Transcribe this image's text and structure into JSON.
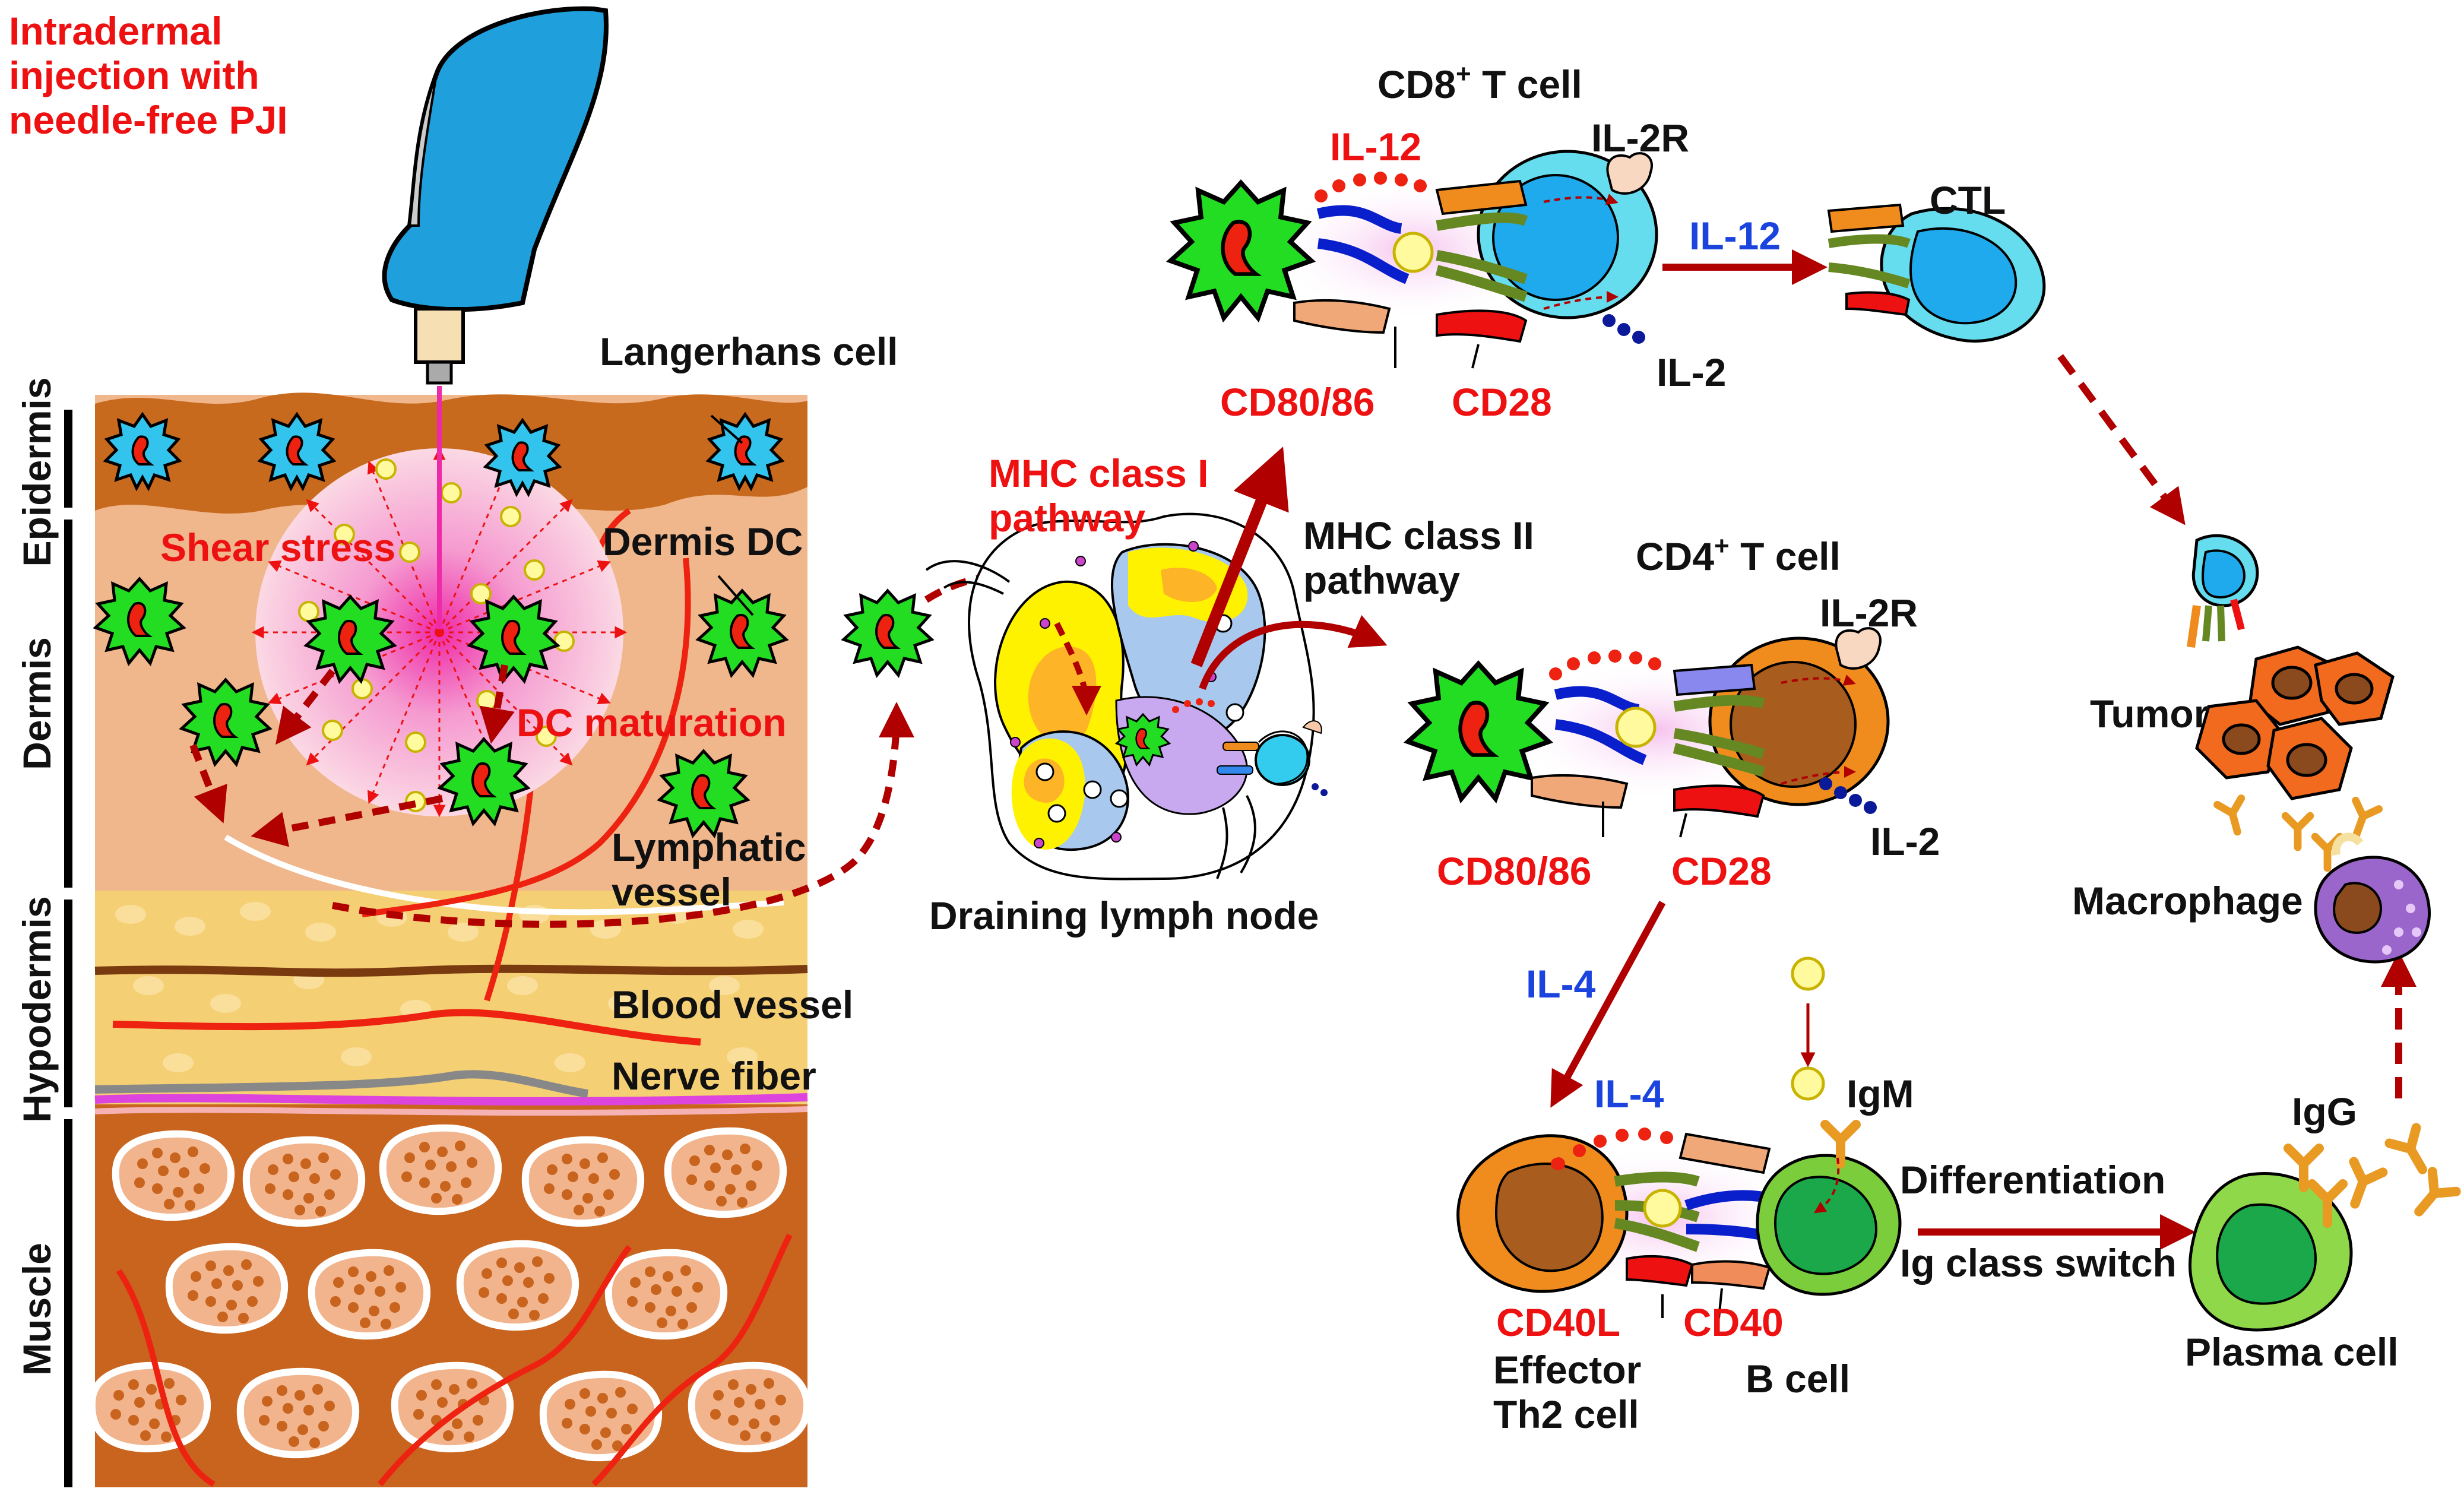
{
  "colors": {
    "red_text": "#ee1111",
    "blue_text": "#1a44dd",
    "arrow_dark_red": "#b00000",
    "epidermis": "#c86a1e",
    "dermis": "#f0b68c",
    "hypodermis": "#f5cf74",
    "muscle": "#c8641e",
    "dc_green": "#22dd22",
    "t_cell_cyan": "#33ccee",
    "th_orange": "#f08c1e",
    "b_cell_green": "#7ccd3c"
  },
  "labels": {
    "injection": [
      "Intradermal",
      "injection with",
      "needle-free PJI"
    ],
    "layers": {
      "epidermis": "Epidermis",
      "dermis": "Dermis",
      "hypodermis": "Hypodermis",
      "muscle": "Muscle"
    },
    "langerhans": "Langerhans cell",
    "shear_stress": "Shear stress",
    "dermis_dc": "Dermis DC",
    "dc_maturation": "DC maturation",
    "lymphatic_vessel": [
      "Lymphatic",
      "vessel"
    ],
    "blood_vessel": "Blood vessel",
    "nerve_fiber": "Nerve fiber",
    "mhc1": [
      "MHC class I",
      "pathway"
    ],
    "mhc2": [
      "MHC class II",
      "pathway"
    ],
    "lymph_node": "Draining lymph node",
    "cd8": {
      "title": "CD8",
      "sup": "+",
      "rest": " T cell",
      "il12": "IL-12",
      "il2r": "IL-2R",
      "cd8086": "CD80/86",
      "cd28": "CD28",
      "il2": "IL-2"
    },
    "il12_arrow": "IL-12",
    "ctl": "CTL",
    "cd4": {
      "title": "CD4",
      "sup": "+",
      "rest": " T cell",
      "il2r": "IL-2R",
      "cd8086": "CD80/86",
      "cd28": "CD28",
      "il2": "IL-2"
    },
    "il4_arrow": "IL-4",
    "il4_dots": "IL-4",
    "igm": "IgM",
    "cd40l": "CD40L",
    "cd40": "CD40",
    "effector": [
      "Effector",
      "Th2 cell"
    ],
    "b_cell": "B cell",
    "differentiation": "Differentiation",
    "ig_class_switch": "Ig class switch",
    "plasma_cell": "Plasma cell",
    "igg": "IgG",
    "tumor": "Tumor",
    "macrophage": "Macrophage"
  }
}
